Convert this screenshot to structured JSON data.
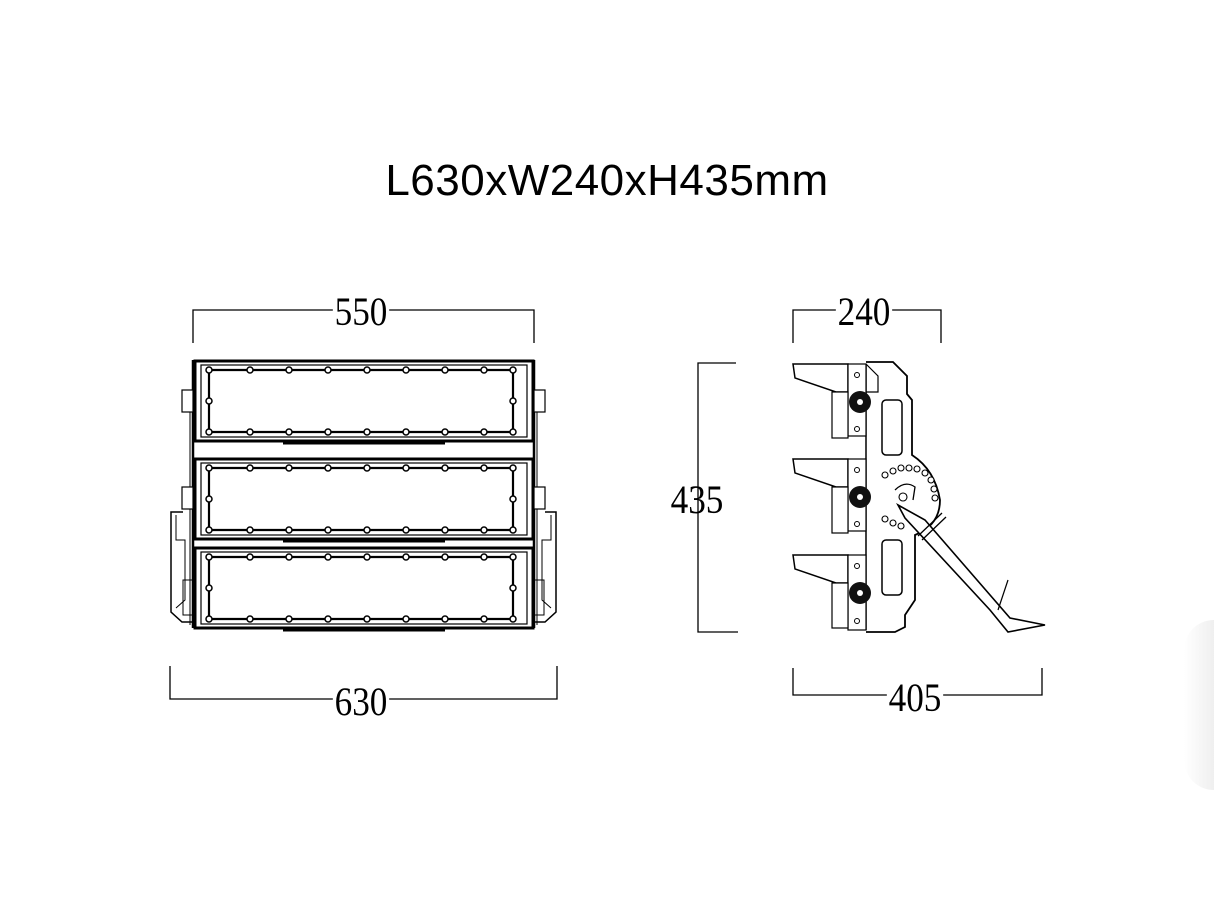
{
  "title": "L630xW240xH435mm",
  "front_view": {
    "dimension_top": "550",
    "dimension_bottom": "630",
    "module_count": 3
  },
  "side_view": {
    "dimension_top": "240",
    "dimension_left": "435",
    "dimension_bottom": "405"
  },
  "colors": {
    "line": "#000000",
    "background": "#ffffff"
  }
}
